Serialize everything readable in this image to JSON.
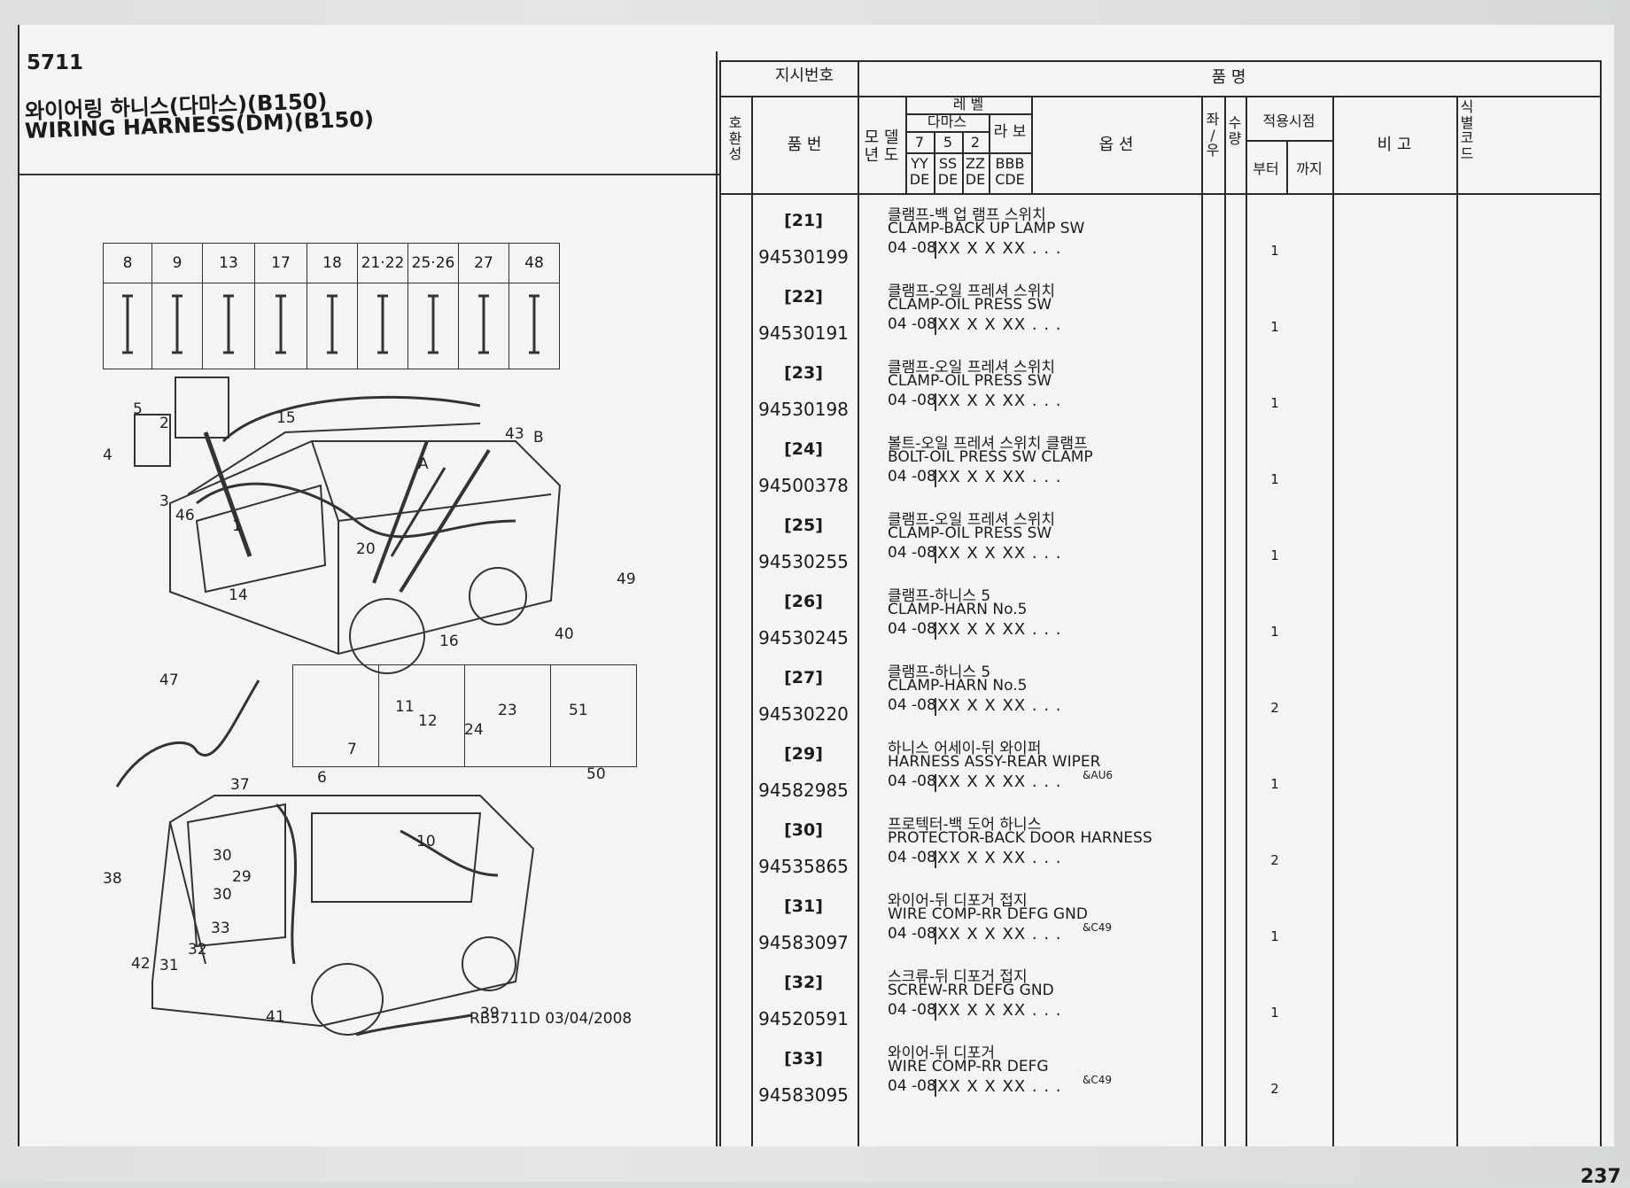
{
  "header": {
    "catalog_no": "5711",
    "title_ko": "와이어링 하니스(다마스)(B150)",
    "title_en": "WIRING HARNESS(DM)(B150)",
    "page_number": "237"
  },
  "diagram": {
    "clip_labels": [
      "8",
      "9",
      "13",
      "17",
      "18",
      "21·22",
      "25·26",
      "27",
      "48"
    ],
    "callouts": [
      "5",
      "2",
      "4",
      "3",
      "46",
      "15",
      "43",
      "B",
      "A",
      "1",
      "20",
      "49",
      "14",
      "16",
      "40",
      "47",
      "11",
      "12",
      "23",
      "51",
      "7",
      "24",
      "6",
      "50",
      "37",
      "10",
      "30",
      "29",
      "38",
      "30",
      "33",
      "32",
      "42",
      "31",
      "41",
      "39"
    ],
    "drawing_code": "RB5711D  03/04/2008"
  },
  "table_headers": {
    "instruction_no": "지시번호",
    "ho_hwan_seong": "호\n환\n성",
    "part_no": "품    번",
    "item_name": "품                                    명",
    "model_year": "모 델\n년 도",
    "level": "레  벨",
    "damas": "다마스",
    "labo": "라 보",
    "levels": [
      "7",
      "5",
      "2"
    ],
    "codes": [
      "YY\nDE",
      "SS\nDE",
      "ZZ\nDE",
      "BBB\nCDE"
    ],
    "option": "옵       션",
    "side": "좌\n/\n우",
    "qty": "수\n량",
    "apply_period": "적용시점",
    "from": "부터",
    "to": "까지",
    "remark": "비    고",
    "id_code": "식\n별\n코\n드"
  },
  "parts": [
    {
      "seq": "[21]",
      "part_no": "94530199",
      "name_ko": "클램프-백 업 램프 스위치",
      "name_en": "CLAMP-BACK UP LAMP SW",
      "year": "04 -08",
      "applicability": "XX X X XX . . .",
      "option": "",
      "qty": "1"
    },
    {
      "seq": "[22]",
      "part_no": "94530191",
      "name_ko": "클램프-오일 프레셔 스위치",
      "name_en": "CLAMP-OIL PRESS SW",
      "year": "04 -08",
      "applicability": "XX X X XX . . .",
      "option": "",
      "qty": "1"
    },
    {
      "seq": "[23]",
      "part_no": "94530198",
      "name_ko": "클램프-오일 프레셔 스위치",
      "name_en": "CLAMP-OIL PRESS SW",
      "year": "04 -08",
      "applicability": "XX X X XX . . .",
      "option": "",
      "qty": "1"
    },
    {
      "seq": "[24]",
      "part_no": "94500378",
      "name_ko": "볼트-오일 프레셔 스위치 클램프",
      "name_en": "BOLT-OIL PRESS SW CLAMP",
      "year": "04 -08",
      "applicability": "XX X X XX . . .",
      "option": "",
      "qty": "1"
    },
    {
      "seq": "[25]",
      "part_no": "94530255",
      "name_ko": "클램프-오일 프레셔 스위치",
      "name_en": "CLAMP-OIL PRESS SW",
      "year": "04 -08",
      "applicability": "XX X X XX . . .",
      "option": "",
      "qty": "1"
    },
    {
      "seq": "[26]",
      "part_no": "94530245",
      "name_ko": "클램프-하니스 5",
      "name_en": "CLAMP-HARN No.5",
      "year": "04 -08",
      "applicability": "XX X X XX . . .",
      "option": "",
      "qty": "1"
    },
    {
      "seq": "[27]",
      "part_no": "94530220",
      "name_ko": "클램프-하니스 5",
      "name_en": "CLAMP-HARN No.5",
      "year": "04 -08",
      "applicability": "XX X X XX . . .",
      "option": "",
      "qty": "2"
    },
    {
      "seq": "[29]",
      "part_no": "94582985",
      "name_ko": "하니스 어세이-뒤 와이퍼",
      "name_en": "HARNESS ASSY-REAR WIPER",
      "year": "04 -08",
      "applicability": "XX X X XX . . .",
      "option": "&AU6",
      "qty": "1"
    },
    {
      "seq": "[30]",
      "part_no": "94535865",
      "name_ko": "프로텍터-백 도어 하니스",
      "name_en": "PROTECTOR-BACK DOOR HARNESS",
      "year": "04 -08",
      "applicability": "XX X X XX . . .",
      "option": "",
      "qty": "2"
    },
    {
      "seq": "[31]",
      "part_no": "94583097",
      "name_ko": "와이어-뒤 디포거 접지",
      "name_en": "WIRE COMP-RR DEFG GND",
      "year": "04 -08",
      "applicability": "XX X X XX . . .",
      "option": "&C49",
      "qty": "1"
    },
    {
      "seq": "[32]",
      "part_no": "94520591",
      "name_ko": "스크류-뒤 디포거 접지",
      "name_en": "SCREW-RR DEFG GND",
      "year": "04 -08",
      "applicability": "XX X X XX . . .",
      "option": "",
      "qty": "1"
    },
    {
      "seq": "[33]",
      "part_no": "94583095",
      "name_ko": "와이어-뒤 디포거",
      "name_en": "WIRE COMP-RR DEFG",
      "year": "04 -08",
      "applicability": "XX X X XX . . .",
      "option": "&C49",
      "qty": "2"
    }
  ]
}
